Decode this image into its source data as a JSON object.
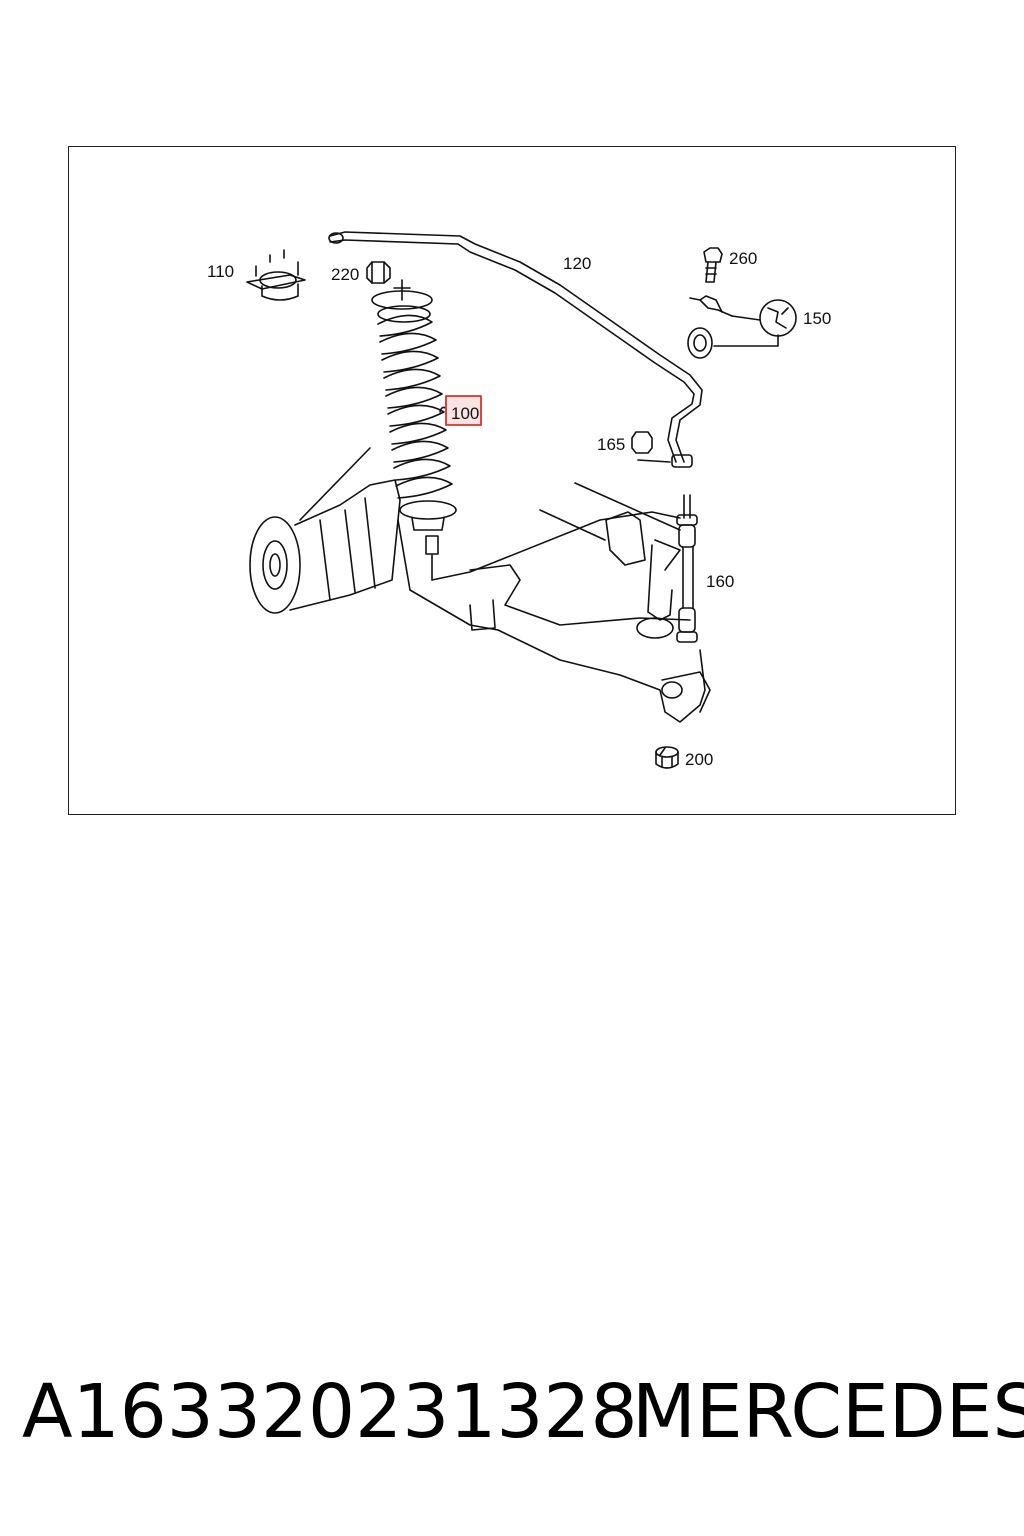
{
  "diagram": {
    "callouts": [
      {
        "id": "110",
        "label": "110"
      },
      {
        "id": "220",
        "label": "220"
      },
      {
        "id": "120",
        "label": "120"
      },
      {
        "id": "260",
        "label": "260"
      },
      {
        "id": "150",
        "label": "150"
      },
      {
        "id": "100",
        "label": "100",
        "highlighted": true
      },
      {
        "id": "165",
        "label": "165"
      },
      {
        "id": "160",
        "label": "160"
      },
      {
        "id": "200",
        "label": "200"
      }
    ],
    "highlight_color": "#d9342b",
    "highlight_fill": "#fbe3e3"
  },
  "footer": {
    "part_number": "A163320231328",
    "brand": "MERCEDES"
  }
}
